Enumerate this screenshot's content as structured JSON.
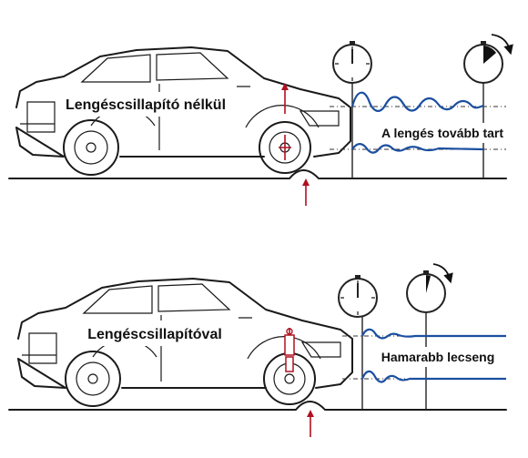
{
  "panels": [
    {
      "car_label": "Lengéscsillapító nélkül",
      "result_label": "A lengés tovább tart",
      "shock_absorber": false
    },
    {
      "car_label": "Lengéscsillapítóval",
      "result_label": "Hamarabb lecseng",
      "shock_absorber": true
    }
  ],
  "colors": {
    "wave": "#1b4fa0",
    "arrow": "#b01020",
    "label_bg": "#ffffff"
  },
  "icons": [
    "stopwatch-icon",
    "stopwatch-running-icon",
    "arrow-up-icon",
    "arrow-down-icon"
  ]
}
